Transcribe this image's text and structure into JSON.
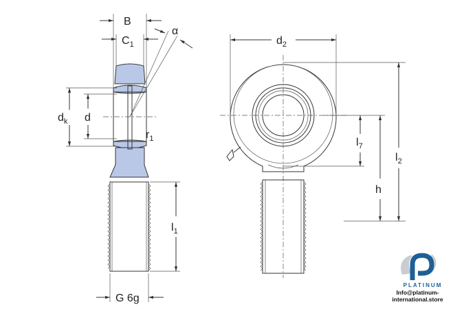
{
  "labels": {
    "B": "B",
    "C1": "C",
    "C1_sub": "1",
    "alpha": "α",
    "dk": "d",
    "dk_sub": "k",
    "d": "d",
    "r1": "r",
    "r1_sub": "1",
    "l1": "l",
    "l1_sub": "1",
    "G": "G 6g",
    "d2": "d",
    "d2_sub": "2",
    "l7": "l",
    "l7_sub": "7",
    "h": "h",
    "l2": "l",
    "l2_sub": "2"
  },
  "logo": {
    "name": "PLATINUM",
    "email": "Info@platinum-international.store"
  },
  "colors": {
    "part_fill": "#b9c8e6",
    "logo_blue": "#1f5f95"
  }
}
